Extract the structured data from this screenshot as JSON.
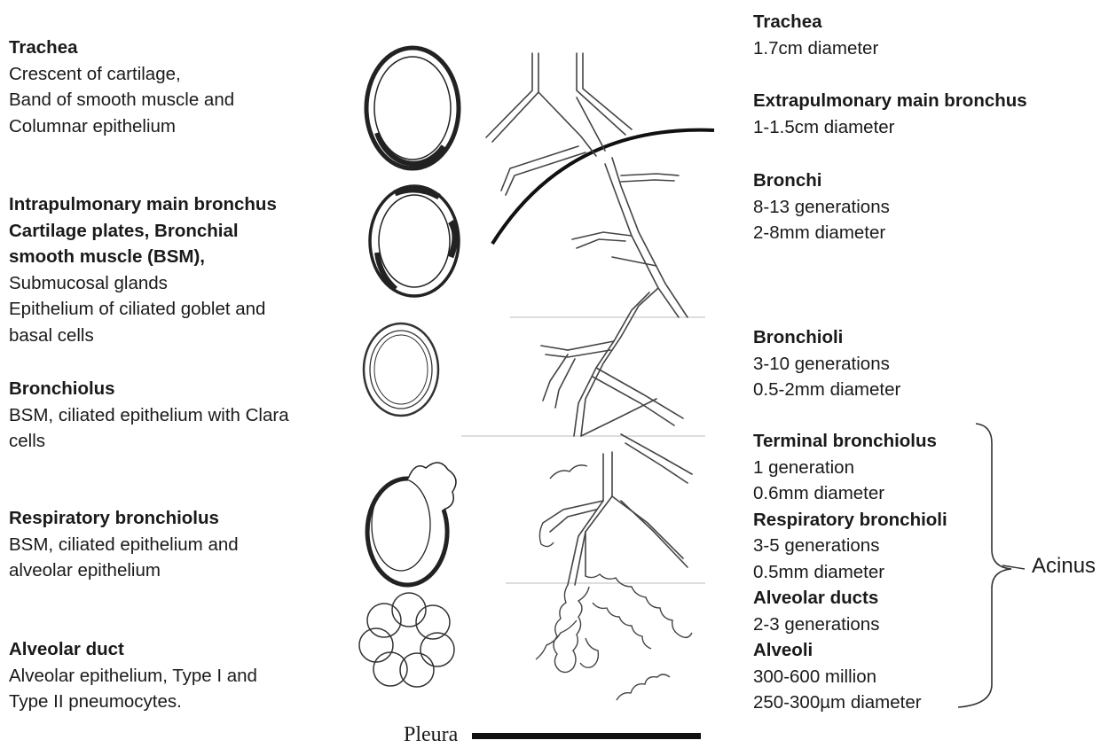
{
  "left_labels": [
    {
      "title": [
        "Trachea"
      ],
      "lines": [
        "Crescent of cartilage,",
        "Band of smooth muscle and",
        "Columnar epithelium"
      ]
    },
    {
      "title": [
        "Intrapulmonary main bronchus",
        "Cartilage plates, Bronchial",
        "smooth muscle (BSM),"
      ],
      "lines": [
        "Submucosal glands",
        "Epithelium of ciliated goblet and",
        "basal cells"
      ]
    },
    {
      "title": [
        "Bronchiolus"
      ],
      "lines": [
        "BSM, ciliated epithelium with Clara",
        "cells"
      ]
    },
    {
      "title": [
        "Respiratory bronchiolus"
      ],
      "lines": [
        "BSM, ciliated epithelium and",
        "alveolar epithelium"
      ]
    },
    {
      "title": [
        "Alveolar duct"
      ],
      "lines": [
        "Alveolar epithelium, Type I and",
        "Type II pneumocytes."
      ]
    }
  ],
  "right_labels": [
    {
      "title": "Trachea",
      "lines": [
        "1.7cm diameter"
      ]
    },
    {
      "title": "Extrapulmonary main bronchus",
      "lines": [
        "1-1.5cm diameter"
      ]
    },
    {
      "title": "Bronchi",
      "lines": [
        "8-13 generations",
        "2-8mm diameter"
      ]
    },
    {
      "title": "Bronchioli",
      "lines": [
        "3-10 generations",
        "0.5-2mm diameter"
      ]
    },
    {
      "title": "Terminal bronchiolus",
      "lines": [
        "1 generation",
        "0.6mm diameter"
      ]
    },
    {
      "title": "Respiratory bronchioli",
      "lines": [
        "3-5 generations",
        "0.5mm diameter"
      ]
    },
    {
      "title": "Alveolar ducts",
      "lines": [
        "2-3 generations"
      ]
    },
    {
      "title": "Alveoli",
      "lines": [
        "300-600 million",
        "250-300µm diameter"
      ]
    }
  ],
  "pleura_label": "Pleura",
  "acinus_label": "Acinus"
}
